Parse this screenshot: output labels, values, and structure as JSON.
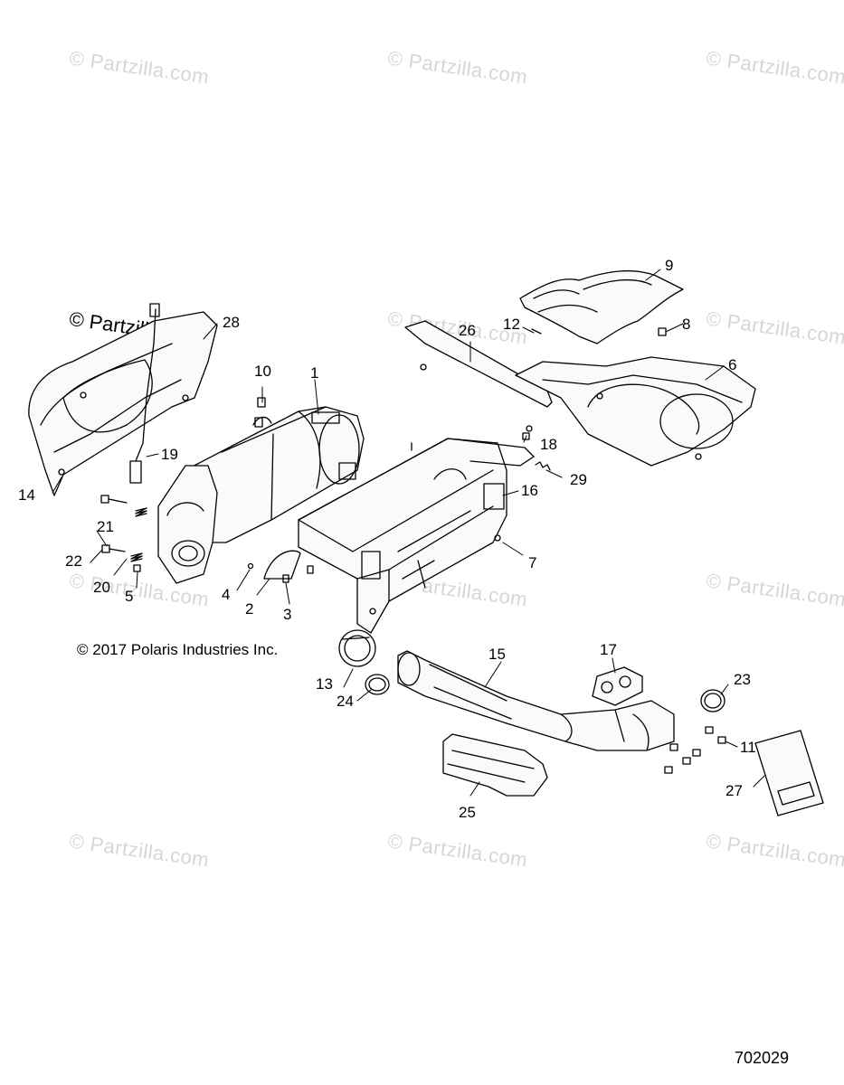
{
  "watermark": {
    "text": "© Partzilla.com"
  },
  "copyright": "© 2017 Polaris Industries Inc.",
  "doc_number": "702029",
  "callouts": {
    "c1": "1",
    "c2": "2",
    "c3": "3",
    "c4": "4",
    "c5": "5",
    "c6": "6",
    "c7": "7",
    "c8": "8",
    "c9": "9",
    "c10": "10",
    "c11": "11",
    "c12": "12",
    "c13": "13",
    "c14": "14",
    "c15": "15",
    "c16": "16",
    "c17": "17",
    "c18": "18",
    "c19": "19",
    "c20": "20",
    "c21": "21",
    "c22": "22",
    "c23": "23",
    "c24": "24",
    "c25": "25",
    "c26": "26",
    "c27": "27",
    "c28": "28",
    "c29": "29"
  }
}
